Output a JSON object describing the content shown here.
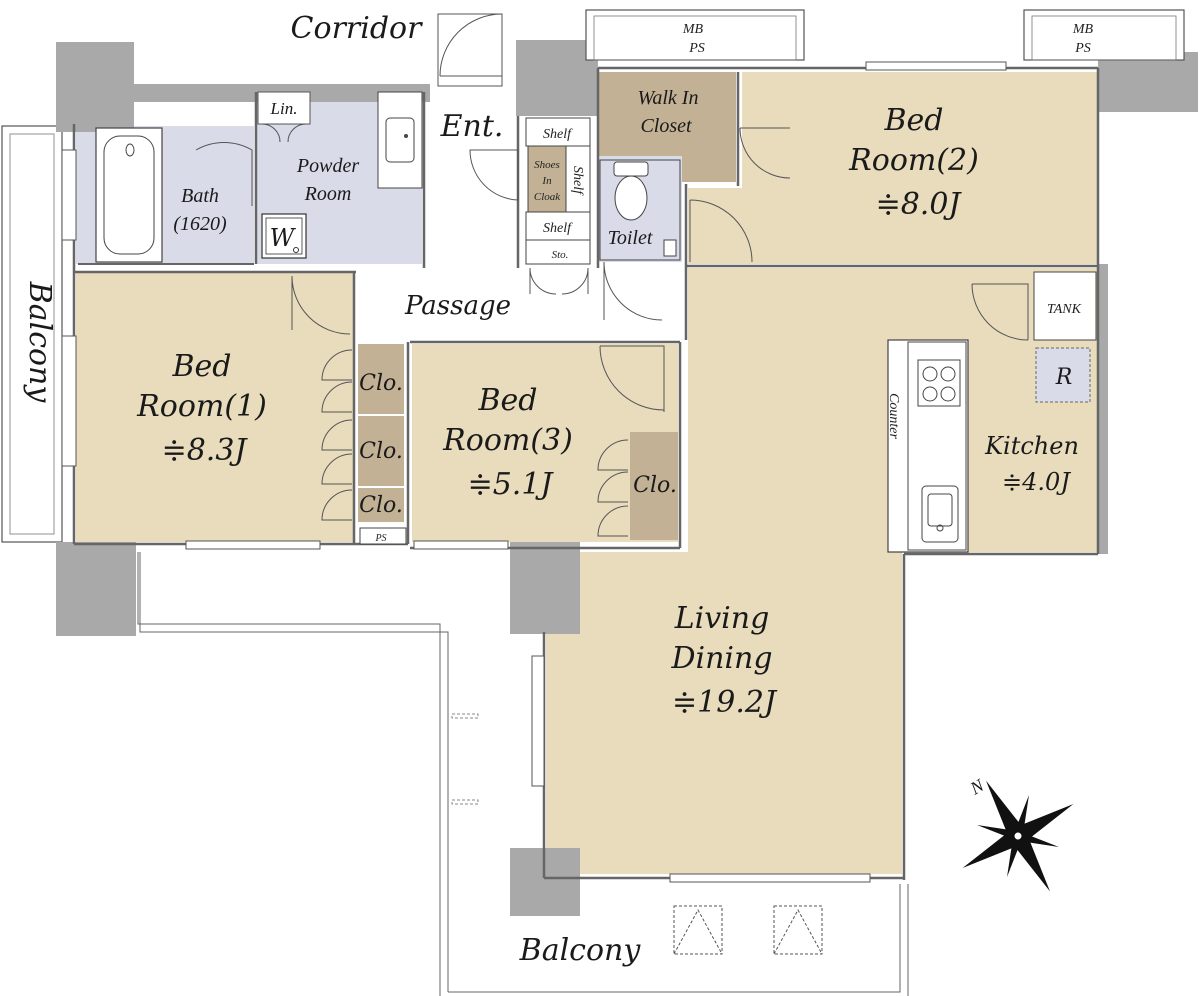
{
  "colors": {
    "room_beige": "#e8dcbd",
    "wet_blue": "#d9dce8",
    "closet_brown": "#c2b195",
    "wall_gray": "#a9a9a9",
    "background": "#ffffff"
  },
  "labels": {
    "corridor": "Corridor",
    "mb_ps_1_line1": "MB",
    "mb_ps_1_line2": "PS",
    "mb_ps_2_line1": "MB",
    "mb_ps_2_line2": "PS",
    "balcony_left": "Balcony",
    "balcony_bottom": "Balcony",
    "lin": "Lin.",
    "bath_line1": "Bath",
    "bath_line2": "(1620)",
    "powder_line1": "Powder",
    "powder_line2": "Room",
    "washer": "W",
    "entrance": "Ent.",
    "shelf_top": "Shelf",
    "shelf_side": "Shelf",
    "shelf_bottom": "Shelf",
    "shoes_line1": "Shoes",
    "shoes_line2": "In",
    "shoes_line3": "Cloak",
    "storage": "Sto.",
    "wic_line1": "Walk In",
    "wic_line2": "Closet",
    "toilet": "Toilet",
    "passage": "Passage",
    "ps_small": "PS",
    "tank": "TANK",
    "fridge": "R",
    "counter": "Counter",
    "clo_1": "Clo.",
    "clo_2": "Clo.",
    "clo_3": "Clo.",
    "clo_4": "Clo.",
    "north": "N"
  },
  "rooms": {
    "bed1": {
      "line1": "Bed",
      "line2": "Room(1)",
      "area": "≑8.3J"
    },
    "bed2": {
      "line1": "Bed",
      "line2": "Room(2)",
      "area": "≑8.0J"
    },
    "bed3": {
      "line1": "Bed",
      "line2": "Room(3)",
      "area": "≑5.1J"
    },
    "ld": {
      "line1": "Living",
      "line2": "Dining",
      "area": "≑19.2J"
    },
    "kitchen": {
      "line1": "Kitchen",
      "area": "≑4.0J"
    }
  }
}
